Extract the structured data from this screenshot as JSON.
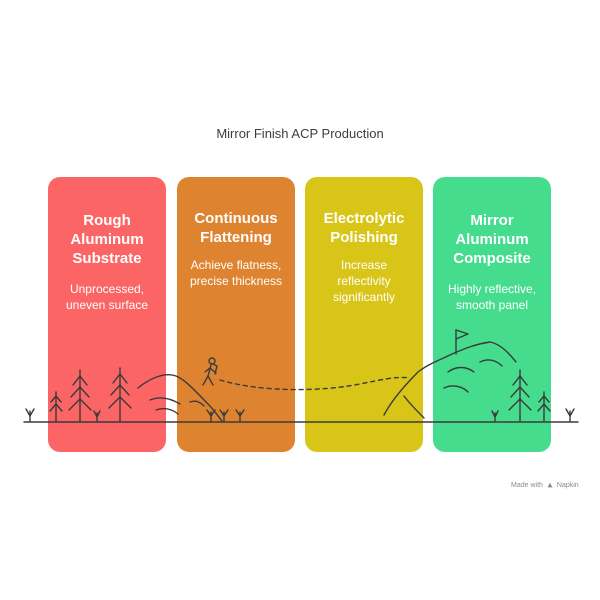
{
  "title": "Mirror Finish ACP Production",
  "stages": [
    {
      "title_lines": [
        "Rough",
        "Aluminum",
        "Substrate"
      ],
      "desc_lines": [
        "Unprocessed,",
        "uneven surface"
      ],
      "color": "#FC6565"
    },
    {
      "title_lines": [
        "Continuous",
        "Flattening"
      ],
      "desc_lines": [
        "Achieve flatness,",
        "precise thickness"
      ],
      "color": "#DE8430"
    },
    {
      "title_lines": [
        "Electrolytic",
        "Polishing"
      ],
      "desc_lines": [
        "Increase",
        "reflectivity",
        "significantly"
      ],
      "color": "#D9C517"
    },
    {
      "title_lines": [
        "Mirror",
        "Aluminum",
        "Composite"
      ],
      "desc_lines": [
        "Highly reflective,",
        "smooth panel"
      ],
      "color": "#46DC8E"
    }
  ],
  "footer": {
    "made_with": "Made with",
    "brand": "Napkin"
  },
  "colors": {
    "line": "#3a3a3a",
    "text_dark": "#3d3d3d",
    "muted": "#8a8a8a"
  }
}
